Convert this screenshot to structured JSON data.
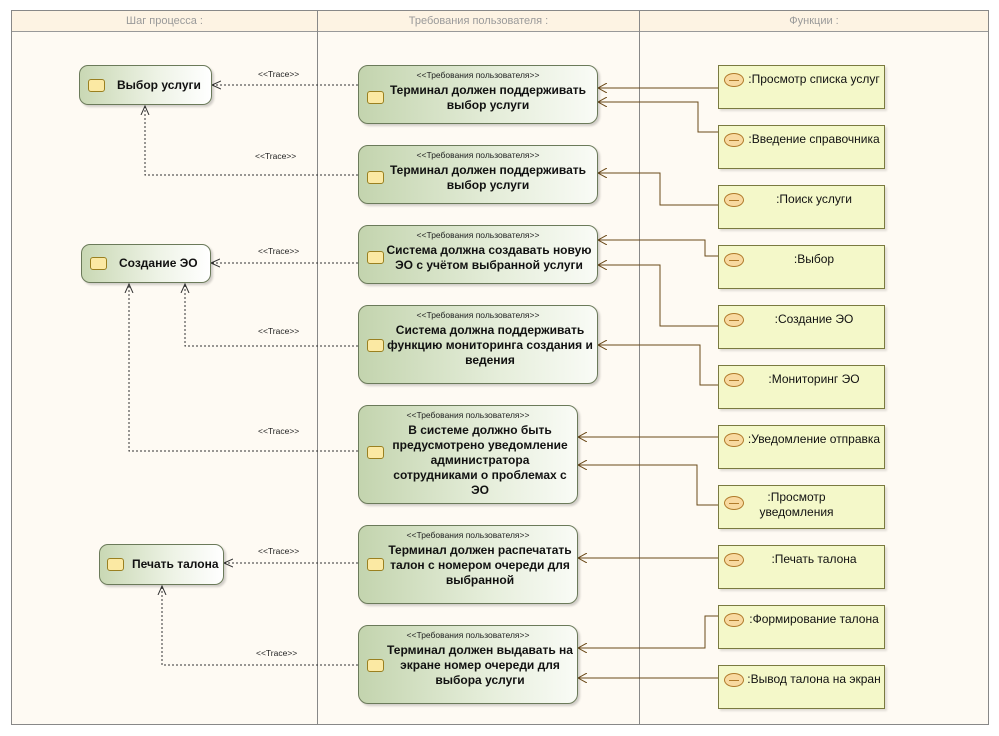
{
  "lanes": [
    {
      "header": "Шаг процесса :"
    },
    {
      "header": "Требования пользователя :"
    },
    {
      "header": "Функции :"
    }
  ],
  "steps": [
    {
      "label": "Выбор услуги"
    },
    {
      "label": "Создание ЭО"
    },
    {
      "label": "Печать талона"
    }
  ],
  "requirements": [
    {
      "stereotype": "<<Требования пользователя>>",
      "text": "Терминал должен поддерживать выбор услуги"
    },
    {
      "stereotype": "<<Требования пользователя>>",
      "text": "Терминал должен поддерживать выбор услуги"
    },
    {
      "stereotype": "<<Требования пользователя>>",
      "text": "Система должна создавать новую ЭО с учётом выбранной услуги"
    },
    {
      "stereotype": "<<Требования пользователя>>",
      "text": "Система должна поддерживать функцию мониторинга создания и ведения"
    },
    {
      "stereotype": "<<Требования пользователя>>",
      "text": "В системе должно быть предусмотрено уведомление администратора сотрудниками о проблемах с ЭО"
    },
    {
      "stereotype": "<<Требования пользователя>>",
      "text": "Терминал должен распечатать талон с номером очереди для выбранной"
    },
    {
      "stereotype": "<<Требования пользователя>>",
      "text": "Терминал должен выдавать на экране номер очереди для выбора услуги"
    }
  ],
  "functions": [
    {
      "label": ":Просмотр списка услуг"
    },
    {
      "label": ":Введение справочника"
    },
    {
      "label": ":Поиск услуги"
    },
    {
      "label": ":Выбор"
    },
    {
      "label": ":Создание ЭО"
    },
    {
      "label": ":Мониторинг ЭО"
    },
    {
      "label": ":Уведомление отправка"
    },
    {
      "label": ":Просмотр уведомления"
    },
    {
      "label": ":Печать талона"
    },
    {
      "label": ":Формирование талона"
    },
    {
      "label": ":Вывод талона на экран"
    }
  ],
  "traces": [
    {
      "label": "<<Trace>>"
    },
    {
      "label": "<<Trace>>"
    },
    {
      "label": "<<Trace>>"
    },
    {
      "label": "<<Trace>>"
    },
    {
      "label": "<<Trace>>"
    },
    {
      "label": "<<Trace>>"
    },
    {
      "label": "<<Trace>>"
    }
  ]
}
